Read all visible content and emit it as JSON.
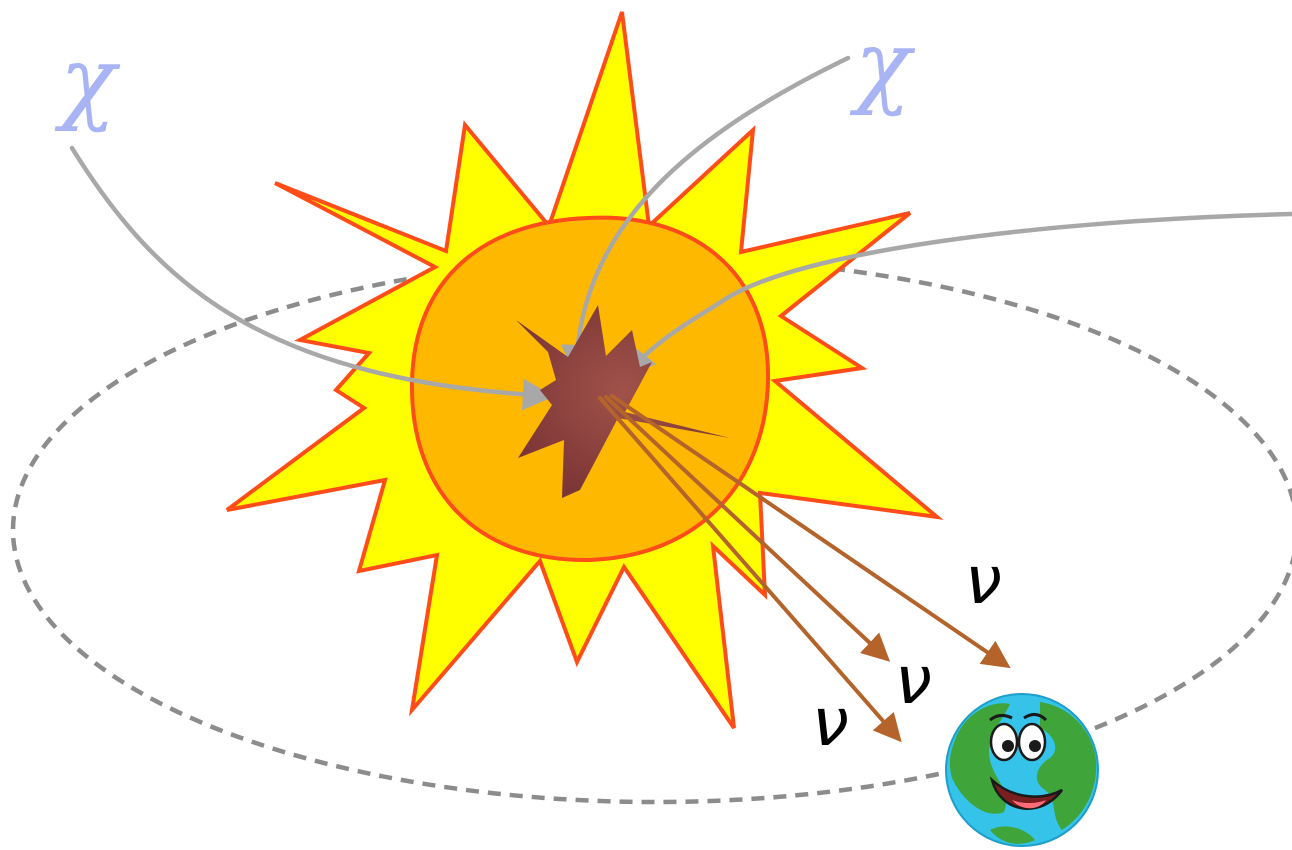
{
  "labels": {
    "chi_left": "χ",
    "chi_right": "χ",
    "nu_top": "ν",
    "nu_middle": "ν",
    "nu_bottom": "ν"
  },
  "icons": {
    "sun": "sun-icon",
    "core": "explosion-icon",
    "earth": "cartoon-earth-icon"
  },
  "colors": {
    "chi_label": "#a9b4f5",
    "dark_matter_path": "#a8a8a8",
    "neutrino_arrow": "#b4642a",
    "orbit": "#8c8c8c",
    "sun_rays": "#ffff00",
    "sun_outline": "#ff4d1a",
    "sun_disk": "#ffb800",
    "core": "#8b3f3f",
    "earth_ocean": "#35c3ea",
    "earth_land": "#3fa43a"
  }
}
